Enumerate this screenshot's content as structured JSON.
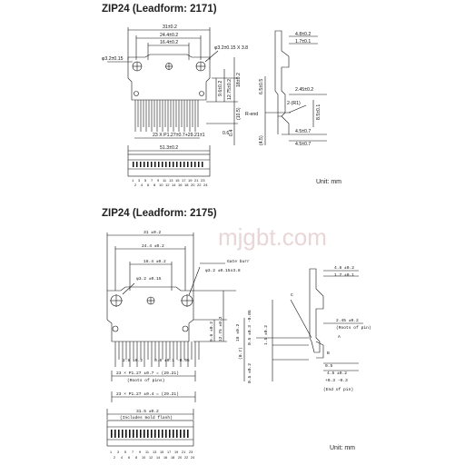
{
  "top": {
    "title": "ZIP24 (Leadform: 2171)",
    "unit": "Unit: mm",
    "dims": {
      "width_31": "31±0.2",
      "width_244": "24.4±0.2",
      "width_164": "16.4±0.2",
      "hole_left": "φ3.2±0.15",
      "hole_slot": "φ3.2±0.15 X 3.8",
      "h_96": "9.6±0.2",
      "h_1275": "12.75±0.2",
      "h_183": "18±0.2",
      "h_105": "(10.5)",
      "pitch": "23 X P1.27±0.7+29.21±1",
      "width_513": "51.3±0.2",
      "h_65": "6.5±0.5",
      "r_end": "R-end",
      "t_48": "4.8±0.2",
      "t_17": "1.7±0.1",
      "t_245": "2.45±0.2",
      "t_r1": "2-(R1)",
      "t_85": "8.5±0.1",
      "t_45": "(4.5)",
      "t_06": "0.6",
      "t_457": "4.5±0.7",
      "t_04": "0.4"
    },
    "pins_odd": [
      "1",
      "3",
      "5",
      "7",
      "9",
      "11",
      "13",
      "15",
      "17",
      "19",
      "21",
      "23"
    ],
    "pins_even": [
      "2",
      "4",
      "6",
      "8",
      "10",
      "12",
      "14",
      "16",
      "18",
      "20",
      "22",
      "24"
    ]
  },
  "bottom": {
    "title": "ZIP24 (Leadform: 2175)",
    "unit": "Unit: mm",
    "watermark": "mjgbt.com",
    "dims": {
      "w31": "31 ±0.2",
      "w244": "24.4 ±0.2",
      "w164": "16.4 ±0.2",
      "hole": "φ3.2 ±0.15",
      "slot": "φ3.2 ±0.15x3.8",
      "gate": "Gate burr",
      "h_1275": "12.75 ±0.2",
      "h_18": "18 ±0.2",
      "h_96": "9.6 ±0.2",
      "p_28": "2.8 ±0.2",
      "p_06": "0.6 ±0.1 -0.05",
      "pitch1": "23 × P1.27 ±0.7 = (29.21)",
      "root1": "(Roots of pins)",
      "pitch2": "23 × P1.27 ±0.4 = (29.21)",
      "w315": "31.5 ±0.2",
      "mold": "(Includes mold flash)",
      "r_48": "4.8 ±0.2",
      "r_17": "1.7 ±0.1",
      "r_245": "2.45 ±0.2",
      "root2": "(Roots of pin)",
      "r_45": "4.5 ±0.2",
      "end_pin": "(End of pin)",
      "lbl_c": "C",
      "lbl_a": "A",
      "lbl_b": "B",
      "v1": "0.5 ±0.3 -0.05",
      "v2": "1.5 ±0.2",
      "v3": "0.5 ±0.2",
      "v4": "(0.7)",
      "v5": "0.5",
      "v6": "+0.3 -0.3"
    },
    "pins_odd": [
      "1",
      "3",
      "5",
      "7",
      "9",
      "11",
      "13",
      "15",
      "17",
      "19",
      "21",
      "23"
    ],
    "pins_even": [
      "2",
      "4",
      "6",
      "8",
      "10",
      "12",
      "14",
      "16",
      "18",
      "20",
      "22",
      "24"
    ]
  }
}
